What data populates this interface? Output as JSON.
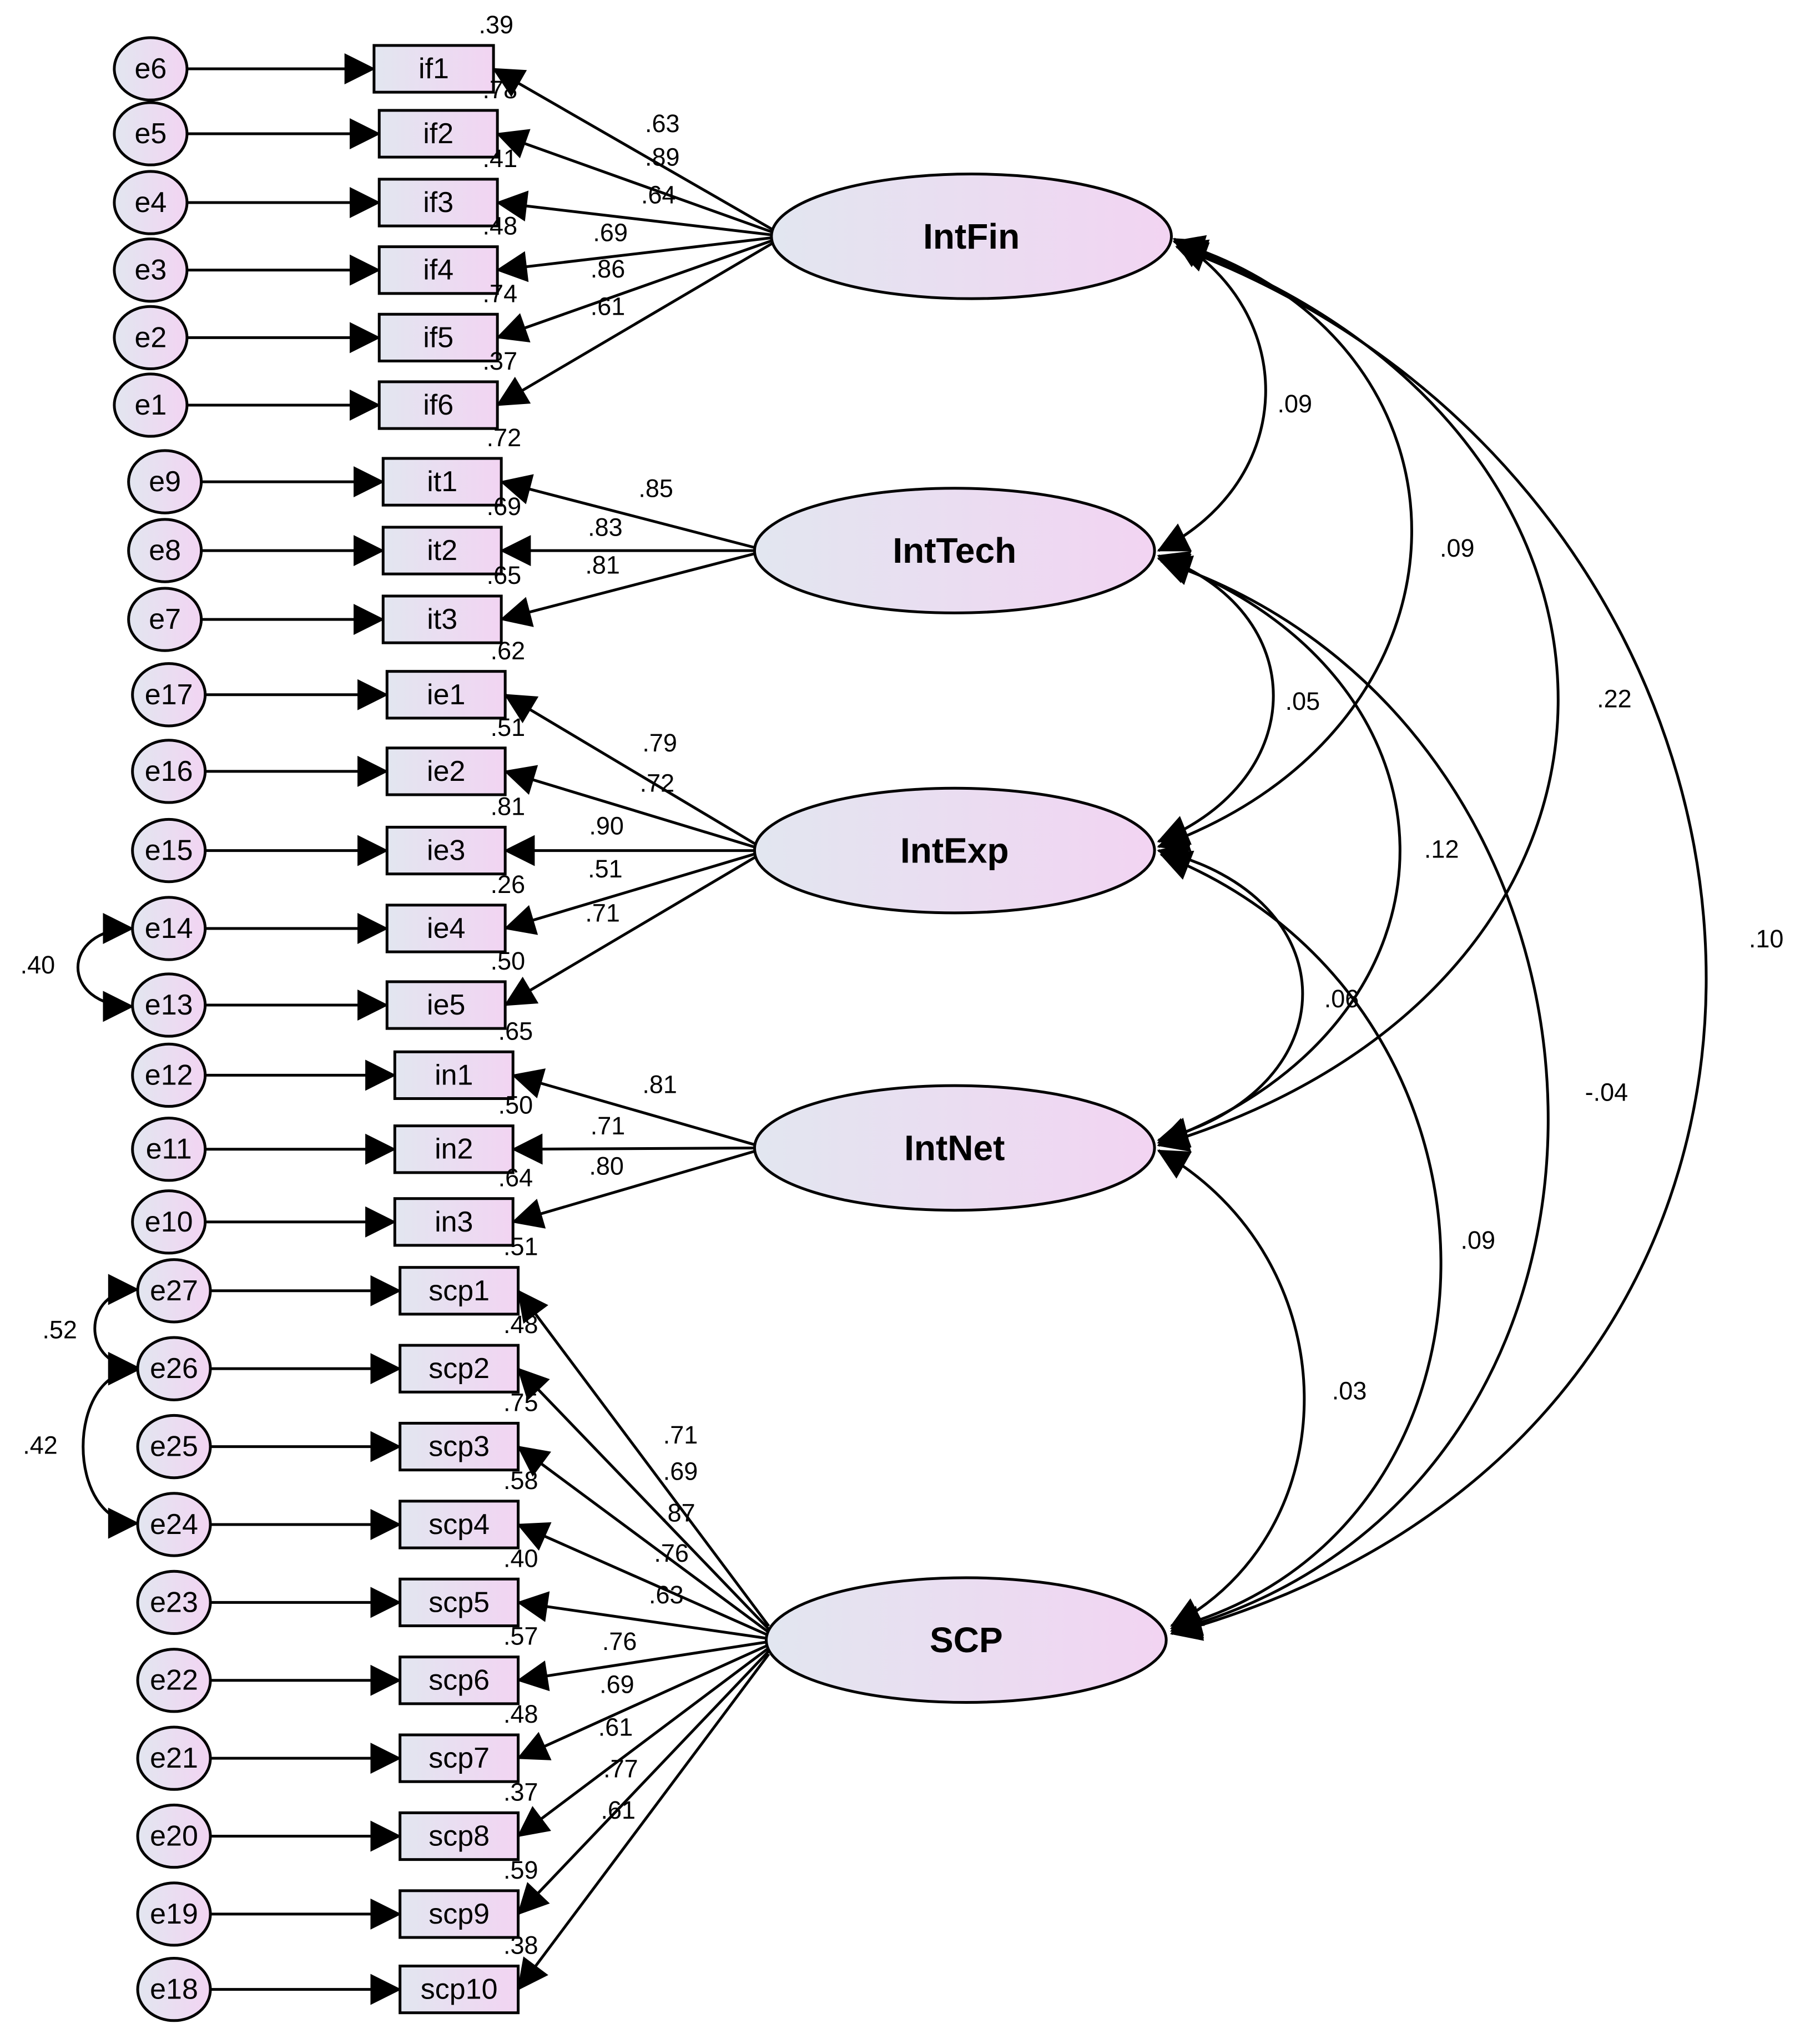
{
  "colors": {
    "fill_start": "#e2e6f0",
    "fill_end": "#f2d4f2",
    "stroke": "#000000"
  },
  "latents": [
    {
      "id": "IntFin",
      "label": "IntFin"
    },
    {
      "id": "IntTech",
      "label": "IntTech"
    },
    {
      "id": "IntExp",
      "label": "IntExp"
    },
    {
      "id": "IntNet",
      "label": "IntNet"
    },
    {
      "id": "SCP",
      "label": "SCP"
    }
  ],
  "observed": [
    {
      "label": "if1",
      "error": "e6",
      "latent": "IntFin",
      "loading": ".63",
      "r2": ".39"
    },
    {
      "label": "if2",
      "error": "e5",
      "latent": "IntFin",
      "loading": ".89",
      "r2": ".78"
    },
    {
      "label": "if3",
      "error": "e4",
      "latent": "IntFin",
      "loading": ".64",
      "r2": ".41"
    },
    {
      "label": "if4",
      "error": "e3",
      "latent": "IntFin",
      "loading": ".69",
      "r2": ".48"
    },
    {
      "label": "if5",
      "error": "e2",
      "latent": "IntFin",
      "loading": ".86",
      "r2": ".74"
    },
    {
      "label": "if6",
      "error": "e1",
      "latent": "IntFin",
      "loading": ".61",
      "r2": ".37"
    },
    {
      "label": "it1",
      "error": "e9",
      "latent": "IntTech",
      "loading": ".85",
      "r2": ".72"
    },
    {
      "label": "it2",
      "error": "e8",
      "latent": "IntTech",
      "loading": ".83",
      "r2": ".69"
    },
    {
      "label": "it3",
      "error": "e7",
      "latent": "IntTech",
      "loading": ".81",
      "r2": ".65"
    },
    {
      "label": "ie1",
      "error": "e17",
      "latent": "IntExp",
      "loading": ".79",
      "r2": ".62"
    },
    {
      "label": "ie2",
      "error": "e16",
      "latent": "IntExp",
      "loading": ".72",
      "r2": ".51"
    },
    {
      "label": "ie3",
      "error": "e15",
      "latent": "IntExp",
      "loading": ".90",
      "r2": ".81"
    },
    {
      "label": "ie4",
      "error": "e14",
      "latent": "IntExp",
      "loading": ".51",
      "r2": ".26"
    },
    {
      "label": "ie5",
      "error": "e13",
      "latent": "IntExp",
      "loading": ".71",
      "r2": ".50"
    },
    {
      "label": "in1",
      "error": "e12",
      "latent": "IntNet",
      "loading": ".81",
      "r2": ".65"
    },
    {
      "label": "in2",
      "error": "e11",
      "latent": "IntNet",
      "loading": ".71",
      "r2": ".50"
    },
    {
      "label": "in3",
      "error": "e10",
      "latent": "IntNet",
      "loading": ".80",
      "r2": ".64"
    },
    {
      "label": "scp1",
      "error": "e27",
      "latent": "SCP",
      "loading": ".71",
      "r2": ".51"
    },
    {
      "label": "scp2",
      "error": "e26",
      "latent": "SCP",
      "loading": ".69",
      "r2": ".48"
    },
    {
      "label": "scp3",
      "error": "e25",
      "latent": "SCP",
      "loading": ".87",
      "r2": ".75"
    },
    {
      "label": "scp4",
      "error": "e24",
      "latent": "SCP",
      "loading": ".76",
      "r2": ".58"
    },
    {
      "label": "scp5",
      "error": "e23",
      "latent": "SCP",
      "loading": ".63",
      "r2": ".40"
    },
    {
      "label": "scp6",
      "error": "e22",
      "latent": "SCP",
      "loading": ".76",
      "r2": ".57"
    },
    {
      "label": "scp7",
      "error": "e21",
      "latent": "SCP",
      "loading": ".69",
      "r2": ".48"
    },
    {
      "label": "scp8",
      "error": "e20",
      "latent": "SCP",
      "loading": ".61",
      "r2": ".37"
    },
    {
      "label": "scp9",
      "error": "e19",
      "latent": "SCP",
      "loading": ".77",
      "r2": ".59"
    },
    {
      "label": "scp10",
      "error": "e18",
      "latent": "SCP",
      "loading": ".61",
      "r2": ".38"
    }
  ],
  "latent_covariances": [
    {
      "from": "IntFin",
      "to": "IntTech",
      "value": ".09"
    },
    {
      "from": "IntFin",
      "to": "IntExp",
      "value": ".09"
    },
    {
      "from": "IntFin",
      "to": "IntNet",
      "value": ".22"
    },
    {
      "from": "IntFin",
      "to": "SCP",
      "value": ".10"
    },
    {
      "from": "IntTech",
      "to": "IntExp",
      "value": ".05"
    },
    {
      "from": "IntTech",
      "to": "IntNet",
      "value": ".12"
    },
    {
      "from": "IntTech",
      "to": "SCP",
      "value": "-.04"
    },
    {
      "from": "IntExp",
      "to": "IntNet",
      "value": ".06"
    },
    {
      "from": "IntExp",
      "to": "SCP",
      "value": ".09"
    },
    {
      "from": "IntNet",
      "to": "SCP",
      "value": ".03"
    }
  ],
  "error_covariances": [
    {
      "from": "e14",
      "to": "e13",
      "value": ".40"
    },
    {
      "from": "e27",
      "to": "e26",
      "value": ".52"
    },
    {
      "from": "e26",
      "to": "e24",
      "value": ".42"
    }
  ]
}
